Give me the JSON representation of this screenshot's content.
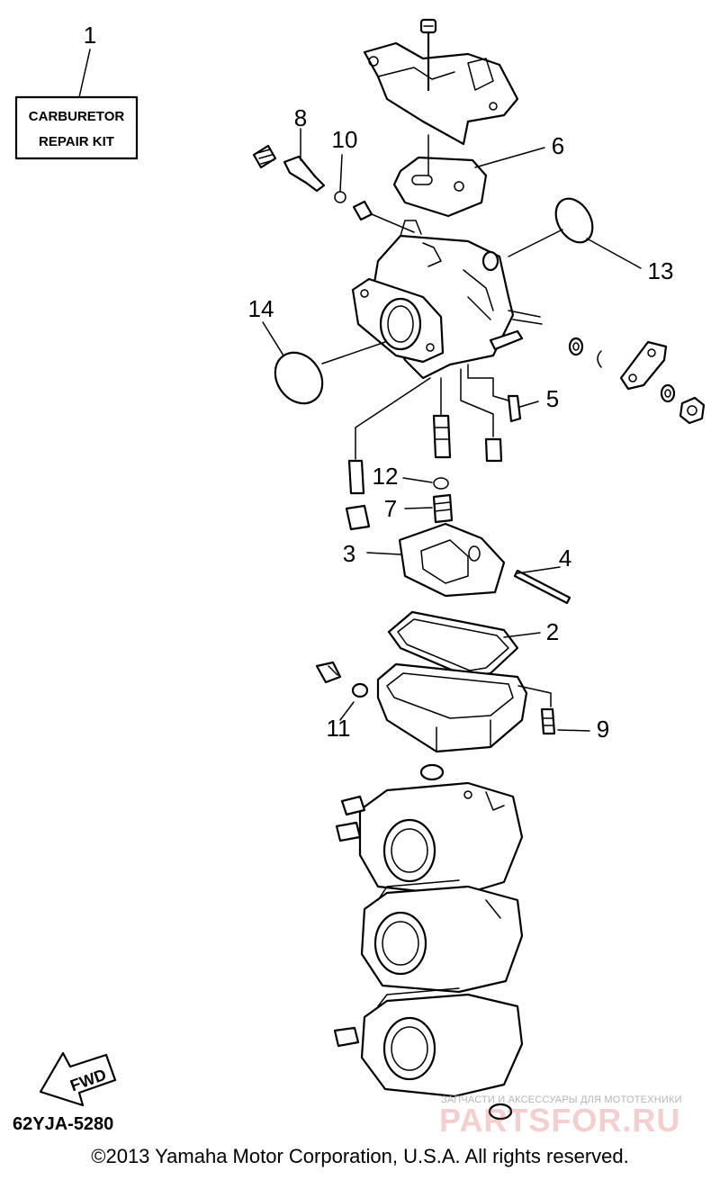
{
  "diagram": {
    "kit_label_line1": "CARBURETOR",
    "kit_label_line2": "REPAIR KIT",
    "direction_label": "FWD",
    "drawing_code": "62YJA-5280",
    "copyright": "©2013 Yamaha Motor Corporation, U.S.A. All rights reserved.",
    "watermark_text": "ЗАПЧАСТИ И АКСЕССУАРЫ ДЛЯ МОТОТЕХНИКИ",
    "watermark_logo": "PARTSFOR.RU",
    "callouts": {
      "n1": "1",
      "n2": "2",
      "n3": "3",
      "n4": "4",
      "n5": "5",
      "n6": "6",
      "n7": "7",
      "n8": "8",
      "n9": "9",
      "n10": "10",
      "n11": "11",
      "n12": "12",
      "n13": "13",
      "n14": "14"
    }
  }
}
